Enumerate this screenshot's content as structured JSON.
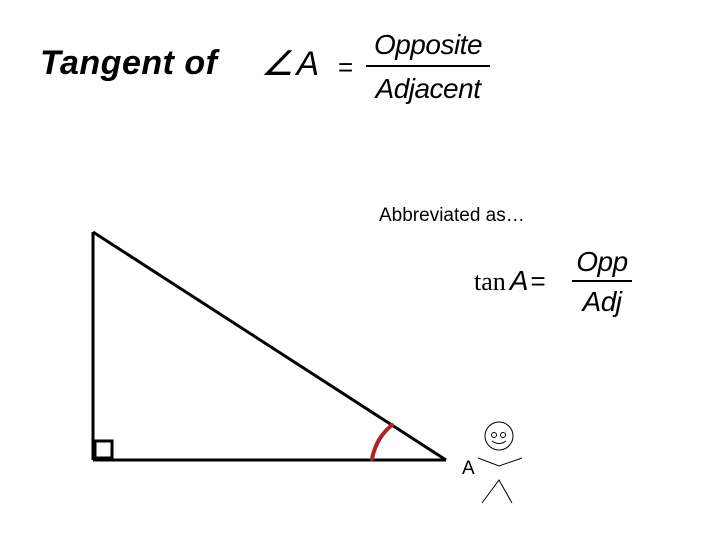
{
  "title": {
    "text": "Tangent of",
    "angle_symbol": "∠",
    "angle_name": "A",
    "equals": "="
  },
  "definition": {
    "numerator": "Opposite",
    "denominator": "Adjacent"
  },
  "abbreviation": {
    "caption": "Abbreviated as…",
    "function": "tan",
    "variable": "A",
    "equals": "=",
    "numerator": "Opp",
    "denominator": "Adj"
  },
  "diagram": {
    "vertex_label": "A",
    "angle_arc_color": "#b22222",
    "line_color": "#000000",
    "icons": [
      "right-angle-marker-icon",
      "stick-figure-icon"
    ]
  }
}
